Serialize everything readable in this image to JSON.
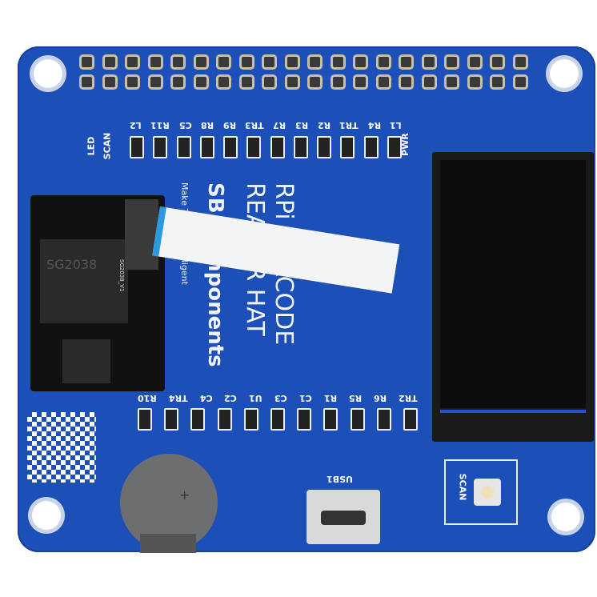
{
  "board": {
    "top_labels": [
      "L1",
      "R4",
      "TR1",
      "R2",
      "R3",
      "R7",
      "TR3",
      "R9",
      "R8",
      "C5",
      "R11",
      "L2"
    ],
    "left_labels": [
      "SCAN",
      "LED"
    ],
    "power_label": "PWR",
    "bottom_labels": [
      "TR2",
      "R6",
      "R5",
      "R1",
      "C1",
      "C3",
      "U1",
      "C2",
      "C4",
      "TR4",
      "R10"
    ],
    "title": "RPi BARCODE READER HAT",
    "brand": "SB Components",
    "tagline": "Make Things Intelligent",
    "usb_label": "USB1",
    "scan_label": "SCAN",
    "module_chip": "SG2038",
    "module_name": "SG2038_V1",
    "board_color": "#1c4fb8"
  }
}
